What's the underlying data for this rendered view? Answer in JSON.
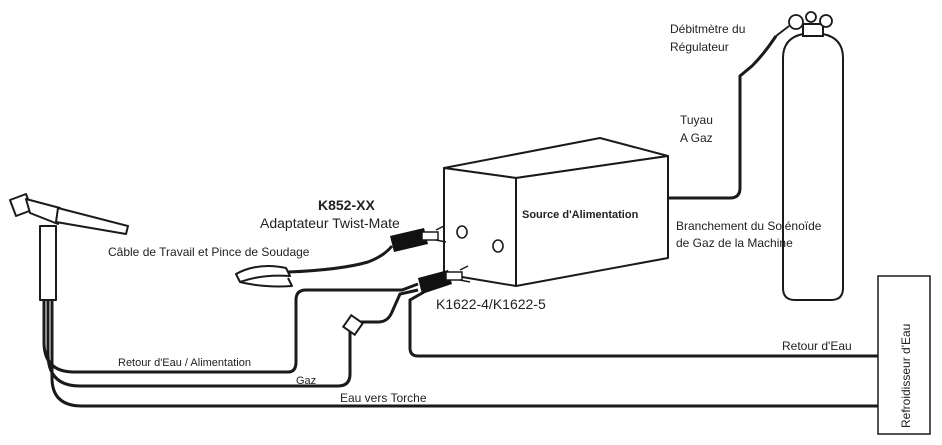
{
  "labels": {
    "regulator_line1": "Débitmètre du",
    "regulator_line2": "Régulateur",
    "gas_hose_line1": "Tuyau",
    "gas_hose_line2": "A Gaz",
    "power_source": "Source d'Alimentation",
    "solenoid_line1": "Branchement du Solénoïde",
    "solenoid_line2": "de Gaz de la Machine",
    "k852_part": "K852-XX",
    "k852_desc": "Adaptateur Twist-Mate",
    "work_cable": "Câble de Travail et Pince de Soudage",
    "k1622": "K1622-4/K1622-5",
    "water_return_power": "Retour d'Eau / Alimentation",
    "gas": "Gaz",
    "water_to_torch": "Eau vers Torche",
    "water_return": "Retour d'Eau",
    "cooler": "Refroidisseur d'Eau"
  },
  "colors": {
    "line": "#1a1a1a",
    "fill": "#ffffff",
    "connector": "#111111"
  }
}
